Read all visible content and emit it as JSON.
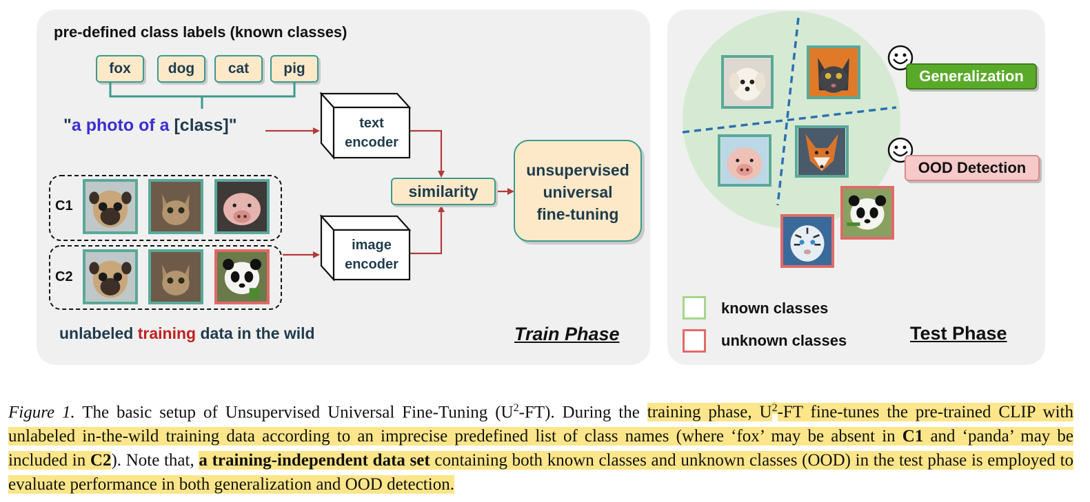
{
  "train": {
    "labels_title": "pre-defined class labels (known classes)",
    "classes": [
      "fox",
      "dog",
      "cat",
      "pig"
    ],
    "prompt_open": "\"",
    "prompt_main": "a photo of a ",
    "prompt_class": "[class]",
    "prompt_close": "\"",
    "text_encoder": [
      "text",
      "encoder"
    ],
    "image_encoder": [
      "image",
      "encoder"
    ],
    "similarity": "similarity",
    "result": [
      "unsupervised",
      "universal",
      "fine-tuning"
    ],
    "groups": [
      "C1",
      "C2"
    ],
    "data_caption": {
      "part1": "unlabeled ",
      "part2": "training",
      "part3": " data in the wild"
    },
    "phase": "Train Phase"
  },
  "test": {
    "generalization": "Generalization",
    "ood": "OOD Detection",
    "legend_known": "known classes",
    "legend_unknown": "unknown classes",
    "phase": "Test Phase"
  },
  "caption": {
    "fig": "Figure 1.",
    "t1": " The basic setup of Unsupervised Universal Fine-Tuning (U",
    "sup1": "2",
    "t2": "-FT). During the ",
    "h1": "training phase, U",
    "sup2": "2",
    "h2": "-FT fine-tunes the pre-trained CLIP with unlabeled in-the-wild training data according to an imprecise predefined list of class names (where ‘fox’ may be absent in ",
    "b1": "C1",
    "h3": " and ‘panda’ may be included in ",
    "b2": "C2",
    "t3": "). Note that, ",
    "b3": "a training-independent data set",
    "h4": " containing both known classes and unknown classes (OOD) in the test phase is employed to evaluate performance in both generalization and OOD detection."
  },
  "colors": {
    "teal": "#3a9a8e",
    "arrow": "#b33a3a",
    "green_badge": "#5aaa2a",
    "pink_badge": "#f7c9c9",
    "known": "#a6d68a",
    "unknown": "#e06a68",
    "dash_blue": "#2a70b0"
  },
  "icons": [
    "smiley-icon",
    "arrow-icon",
    "encoder-box-icon",
    "dog-photo",
    "cat-photo",
    "pig-photo",
    "fox-photo",
    "panda-photo",
    "tiger-photo",
    "pug-photo"
  ]
}
